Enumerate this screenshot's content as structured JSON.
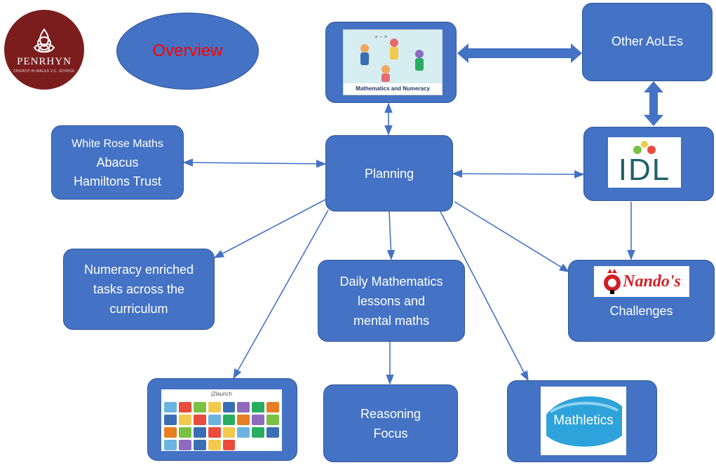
{
  "logo": {
    "name": "PENRHYN",
    "subtitle": "CHURCH IN WALES V.C. SCHOOL"
  },
  "title": "Overview",
  "nodes": {
    "maths_numeracy": {
      "caption": "Mathematics and Numeracy"
    },
    "other_aoles": {
      "label": "Other AoLEs"
    },
    "schemes": {
      "lines": [
        "White Rose Maths",
        "Abacus",
        "Hamiltons Trust"
      ]
    },
    "planning": {
      "label": "Planning"
    },
    "idl": {
      "logo_text": "IDL"
    },
    "numeracy_tasks": {
      "lines": [
        "Numeracy enriched",
        "tasks across the",
        "curriculum"
      ]
    },
    "daily_maths": {
      "lines": [
        "Daily Mathematics",
        "lessons and",
        "mental maths"
      ]
    },
    "nandos": {
      "logo_text": "Nando's",
      "label": "Challenges"
    },
    "reasoning": {
      "lines": [
        "Reasoning",
        "Focus"
      ]
    },
    "mathletics": {
      "logo_text": "Mathletics"
    },
    "apps": {
      "logo_text": "j2launch"
    }
  },
  "colors": {
    "node_fill": "#4472C4",
    "node_border": "#2F5597",
    "title_text": "#FF0000",
    "logo_bg": "#7B1D1D"
  }
}
